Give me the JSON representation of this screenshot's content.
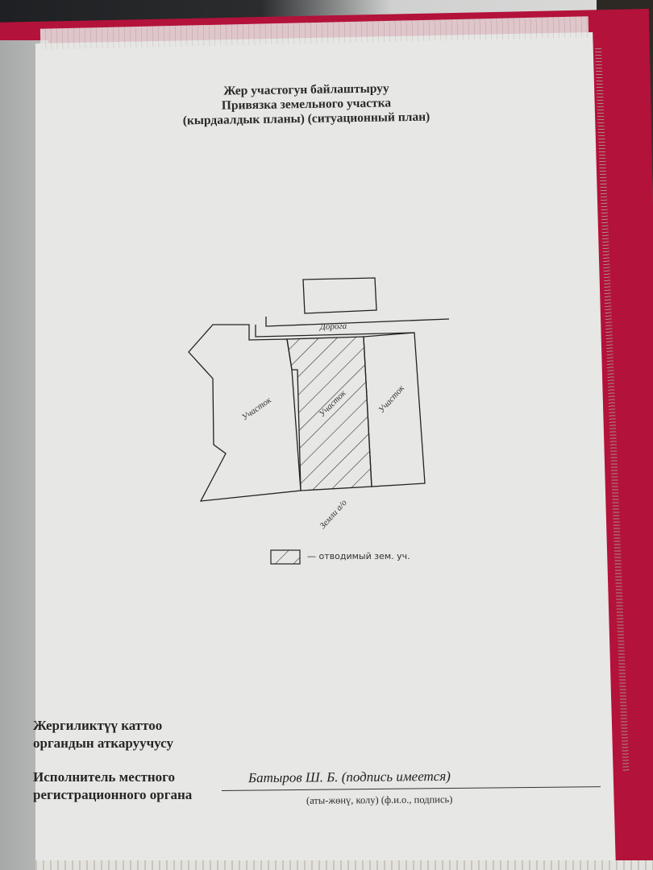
{
  "document": {
    "title_lines": [
      "Жер участогун байлаштыруу",
      "Привязка земельного участка",
      "(кырдаалдык планы) (ситуационный план)"
    ]
  },
  "plan": {
    "road_label": "Дорога",
    "left_plot_label": "Участок",
    "center_plot_label": "Участок",
    "right_plot_label": "Участок",
    "bottom_label": "Земли а/о",
    "legend_text": "— отводимый зем. уч."
  },
  "footer": {
    "label_ky": [
      "Жергиликтүү каттоо",
      "органдын аткаруучусу"
    ],
    "label_ru": [
      "Исполнитель местного",
      "регистрационного органа"
    ],
    "signature_value": "Батыров Ш. Б. (подпись имеется)",
    "signature_caption": "(аты-жөнү, колу)  (ф.и.о., подпись)"
  },
  "colors": {
    "folder": "#b3123a",
    "paper": "#e7e7e5",
    "ink": "#222222"
  }
}
